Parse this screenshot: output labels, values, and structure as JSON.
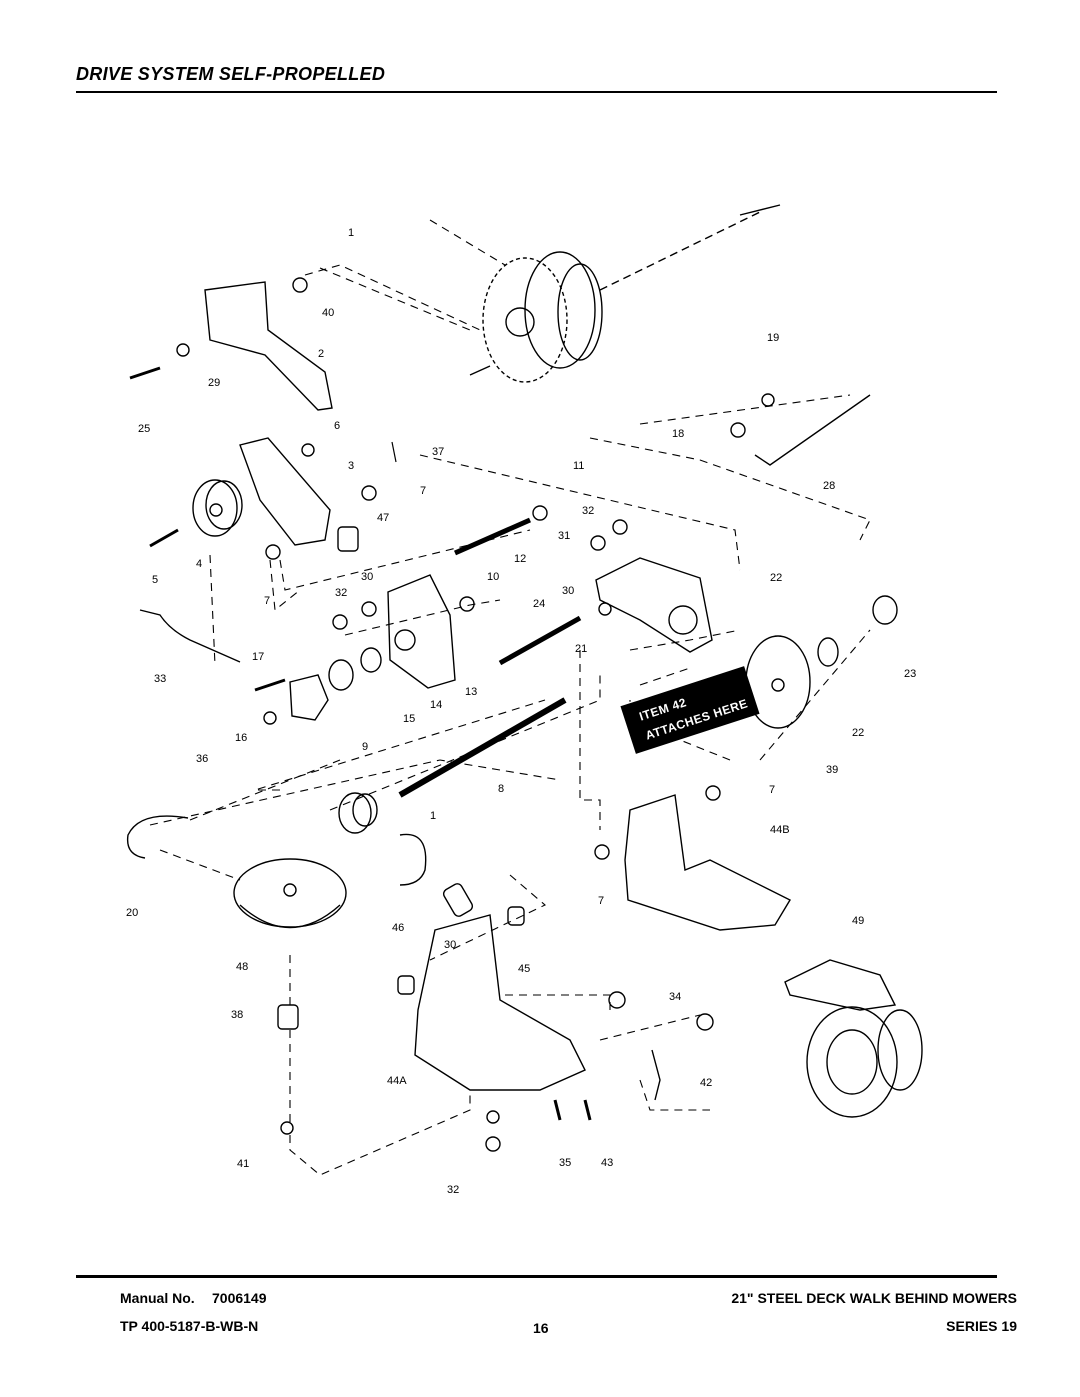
{
  "title": "DRIVE SYSTEM SELF-PROPELLED",
  "diagram": {
    "callouts": [
      "1",
      "40",
      "2",
      "29",
      "25",
      "19",
      "18",
      "28",
      "6",
      "37",
      "3",
      "7",
      "11",
      "47",
      "32",
      "31",
      "12",
      "4",
      "5",
      "30",
      "10",
      "22",
      "24",
      "21",
      "23",
      "17",
      "33",
      "13",
      "14",
      "15",
      "16",
      "36",
      "9",
      "8",
      "39",
      "1",
      "7",
      "44B",
      "20",
      "46",
      "45",
      "48",
      "34",
      "38",
      "42",
      "44A",
      "30",
      "35",
      "43",
      "32",
      "41",
      "49",
      "7",
      "32",
      "30",
      "22",
      "7"
    ],
    "stamp_line1": "ITEM 42",
    "stamp_line2": "ATTACHES HERE"
  },
  "footer": {
    "manual_label": "Manual No.",
    "manual_number": "7006149",
    "tp_number": "TP 400-5187-B-WB-N",
    "page_number": "16",
    "product_line": "21\" STEEL DECK WALK BEHIND MOWERS",
    "series": "SERIES 19"
  }
}
